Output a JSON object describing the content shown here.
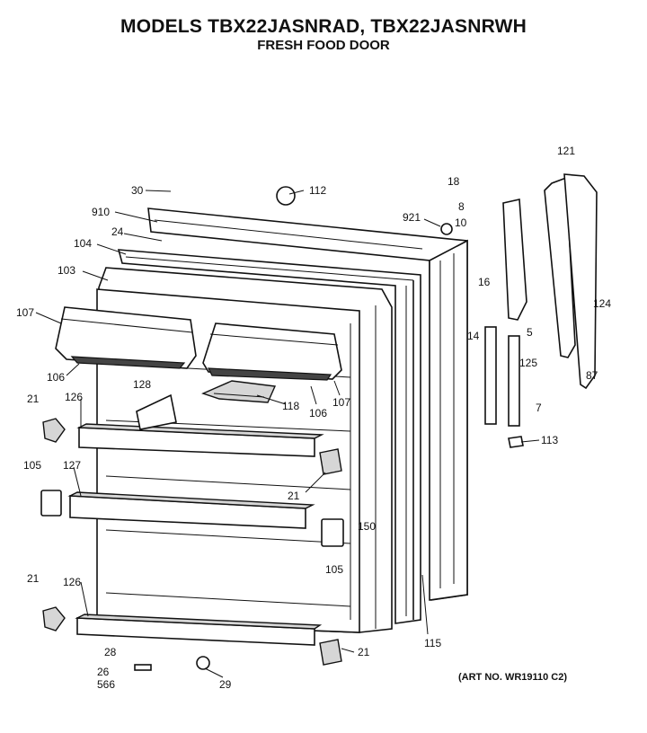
{
  "header": {
    "title": "MODELS TBX22JASNRAD, TBX22JASNRWH",
    "subtitle": "FRESH FOOD DOOR"
  },
  "footer": {
    "art_no": "(ART NO. WR19110 C2)"
  },
  "callouts": [
    "30",
    "112",
    "910",
    "24",
    "104",
    "103",
    "107",
    "106",
    "128",
    "118",
    "106",
    "107",
    "21",
    "126",
    "105",
    "127",
    "21",
    "21",
    "126",
    "105",
    "150",
    "28",
    "26",
    "566",
    "29",
    "21",
    "115",
    "921",
    "18",
    "8",
    "10",
    "121",
    "16",
    "5",
    "14",
    "125",
    "7",
    "124",
    "87",
    "113"
  ]
}
